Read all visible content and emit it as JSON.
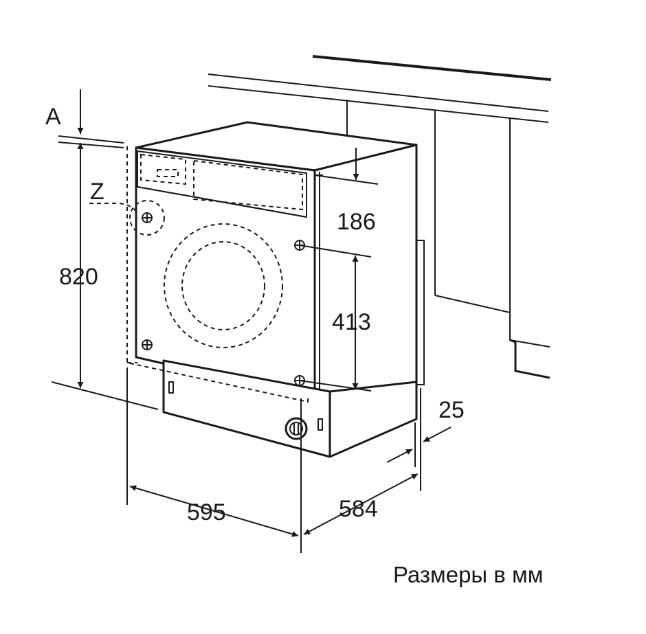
{
  "labels": {
    "a": "A",
    "z": "Z",
    "height": "820",
    "top_offset": "186",
    "hinge_spacing": "413",
    "width": "595",
    "depth": "584",
    "gap": "25"
  },
  "caption": "Размеры в мм",
  "colors": {
    "line": "#1a1a1a",
    "background": "#ffffff"
  }
}
